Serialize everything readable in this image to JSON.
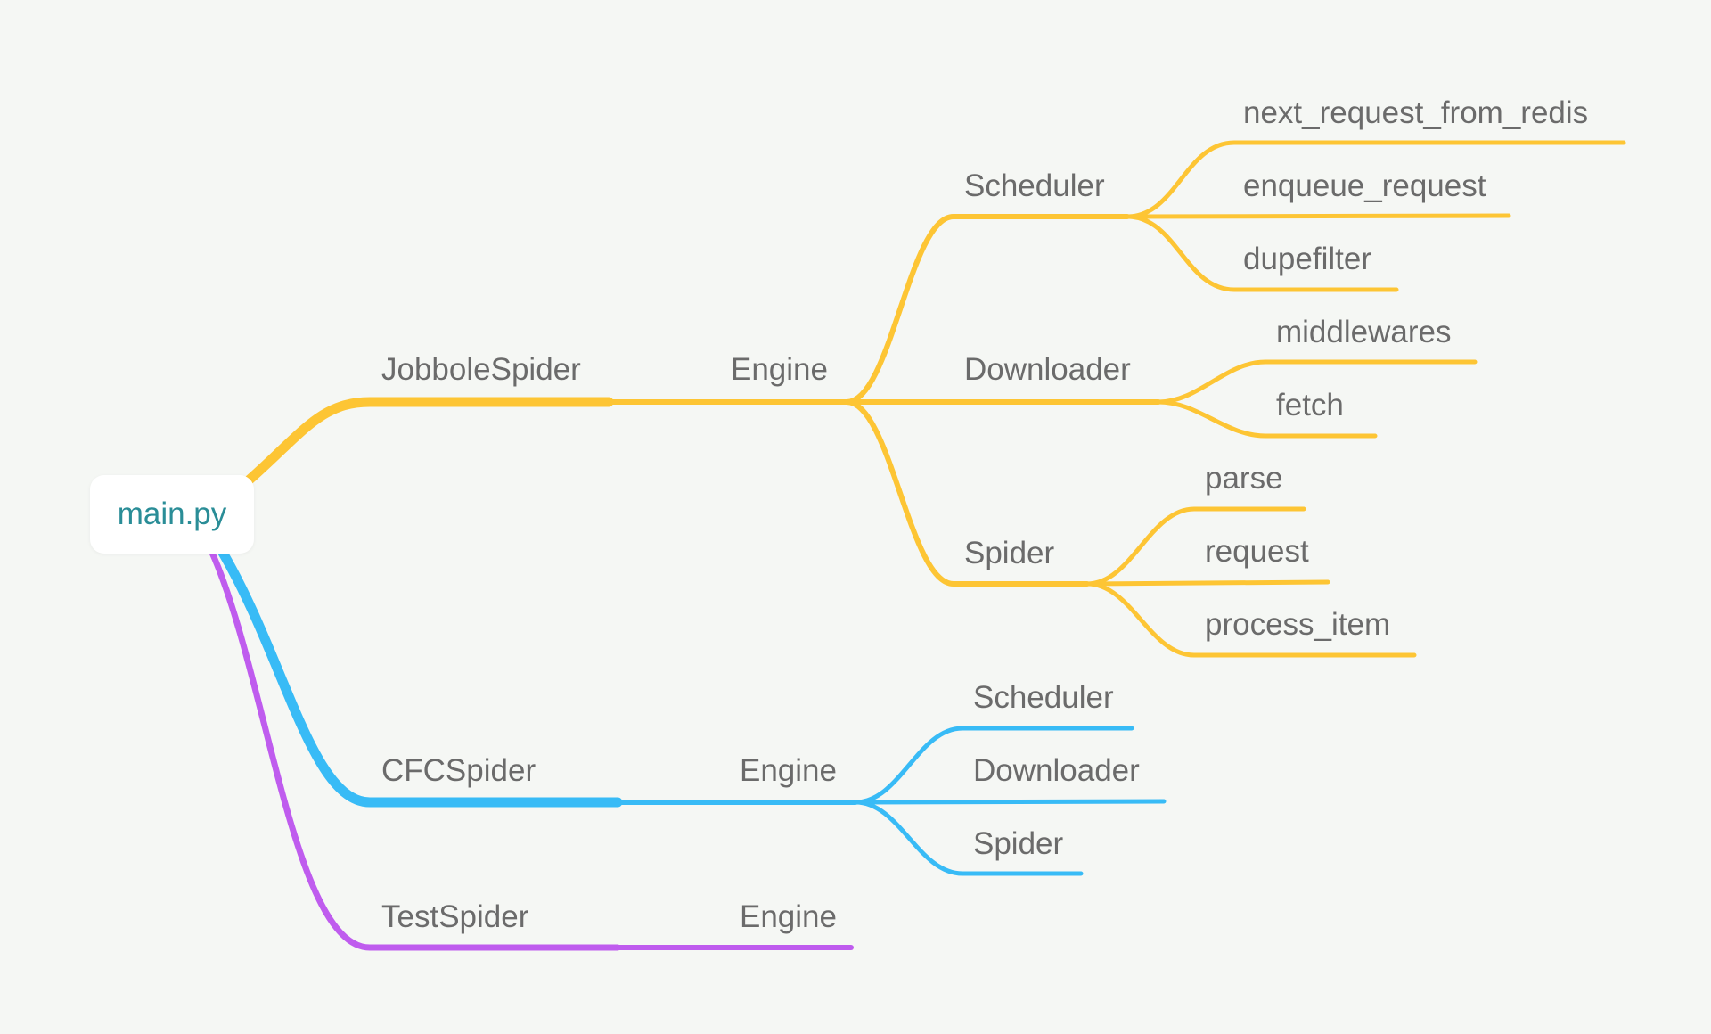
{
  "colors": {
    "background": "#f5f7f4",
    "branch_jobbole": "#fdc534",
    "branch_cfc": "#38bbf6",
    "branch_test": "#bf5cee",
    "root_text": "#2a8d97",
    "node_text": "#6b6b6b"
  },
  "root": {
    "label": "main.py"
  },
  "branches": {
    "jobbole": {
      "label": "JobboleSpider",
      "engine": {
        "label": "Engine"
      },
      "scheduler": {
        "label": "Scheduler",
        "children": [
          "next_request_from_redis",
          "enqueue_request",
          "dupefilter"
        ]
      },
      "downloader": {
        "label": "Downloader",
        "children": [
          "middlewares",
          "fetch"
        ]
      },
      "spider": {
        "label": "Spider",
        "children": [
          "parse",
          "request",
          "process_item"
        ]
      }
    },
    "cfc": {
      "label": "CFCSpider",
      "engine": {
        "label": "Engine"
      },
      "children": [
        "Scheduler",
        "Downloader",
        "Spider"
      ]
    },
    "test": {
      "label": "TestSpider",
      "engine": {
        "label": "Engine"
      }
    }
  }
}
